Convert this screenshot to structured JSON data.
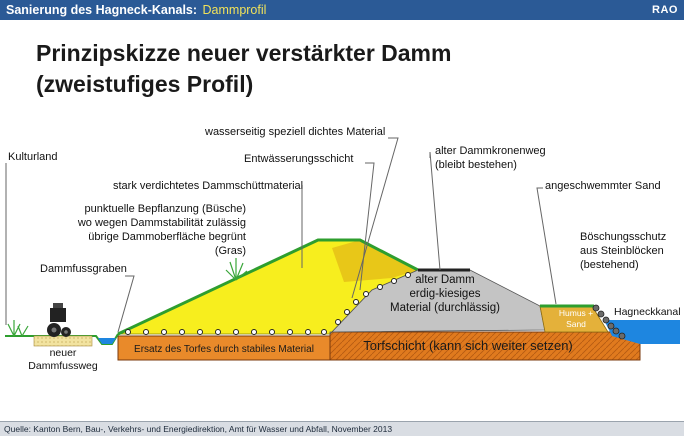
{
  "header": {
    "title": "Sanierung des Hagneck-Kanals:",
    "subtitle": "Dammprofil",
    "logo": "RAO"
  },
  "headline": {
    "line1": "Prinzipskizze neuer verstärkter Damm",
    "line2": "(zweistufiges Profil)"
  },
  "labels": {
    "kulturland": "Kulturland",
    "wasserseitig": "wasserseitig speziell dichtes Material",
    "entwaesserung": "Entwässerungsschicht",
    "verdichtet": "stark verdichtetes Dammschüttmaterial",
    "bepflanzung": [
      "punktuelle Bepflanzung (Büsche)",
      "wo wegen Dammstabilität zulässig",
      "übrige Dammoberfläche begrünt",
      "(Gras)"
    ],
    "dammfussgraben": "Dammfussgraben",
    "alter_kronenweg": [
      "alter Dammkronenweg",
      "(bleibt bestehen)"
    ],
    "angeschwemmt": "angeschwemmter Sand",
    "boeschungsschutz": [
      "Böschungsschutz",
      "aus Steinblöcken",
      "(bestehend)"
    ],
    "hagneckkanal": "Hagneckkanal",
    "alter_damm": [
      "alter Damm",
      "erdig-kiesiges",
      "Material (durchlässig)"
    ],
    "humus": [
      "Humus +",
      "Sand"
    ],
    "neuer_weg": [
      "neuer",
      "Dammfussweg"
    ],
    "ersatz": "Ersatz des Torfes durch stabiles Material",
    "torfschicht": "Torfschicht (kann sich weiter setzen)"
  },
  "colors": {
    "header_bg": "#2b5a96",
    "header_accent": "#f1e25a",
    "new_dam": "#f7ee1e",
    "dense_material": "#e8c718",
    "old_dam": "#c4c4c4",
    "peat": "#e0761c",
    "grass": "#2e9e2e",
    "water": "#1e86e0",
    "sand": "#e4b13a"
  },
  "footer": {
    "source": "Quelle: Kanton Bern, Bau-, Verkehrs- und Energiedirektion, Amt für Wasser und Abfall, November 2013"
  }
}
